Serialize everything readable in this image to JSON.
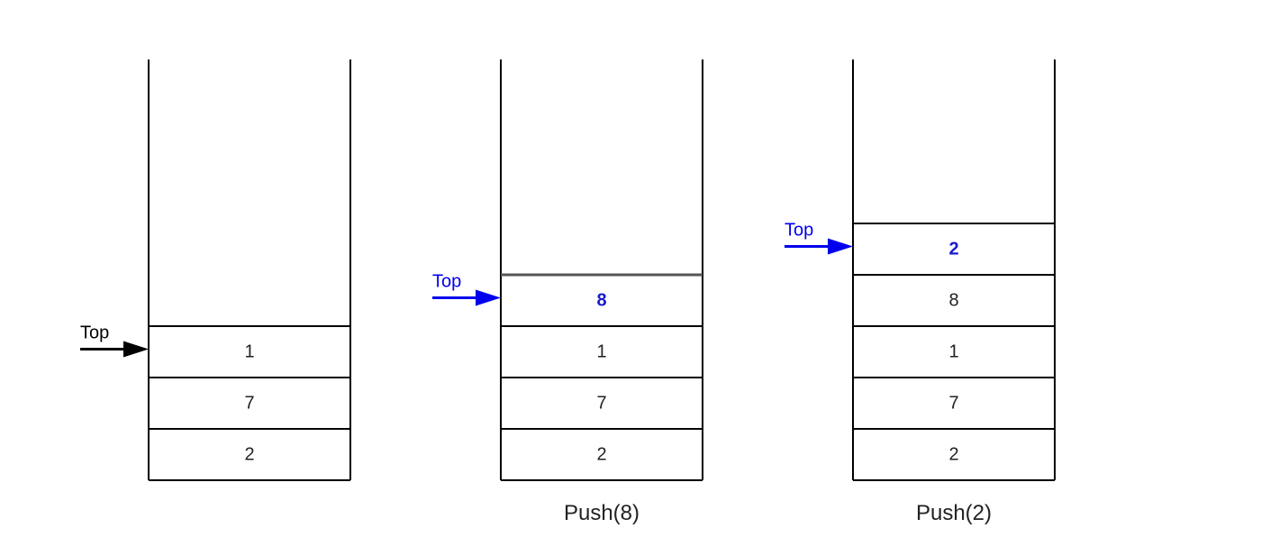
{
  "stacks": [
    {
      "caption": "",
      "cells": [
        "1",
        "7",
        "2"
      ],
      "new_cell_index": -1,
      "pointer_label": "Top",
      "pointer_color": "#000000"
    },
    {
      "caption": "Push(8)",
      "cells": [
        "8",
        "1",
        "7",
        "2"
      ],
      "new_cell_index": 0,
      "pointer_label": "Top",
      "pointer_color": "#0000ee"
    },
    {
      "caption": "Push(2)",
      "cells": [
        "2",
        "8",
        "1",
        "7",
        "2"
      ],
      "new_cell_index": 0,
      "pointer_label": "Top",
      "pointer_color": "#0000ee"
    }
  ],
  "colors": {
    "line": "#000000",
    "new_value": "#1a1acc",
    "divider_new": "#555555"
  }
}
